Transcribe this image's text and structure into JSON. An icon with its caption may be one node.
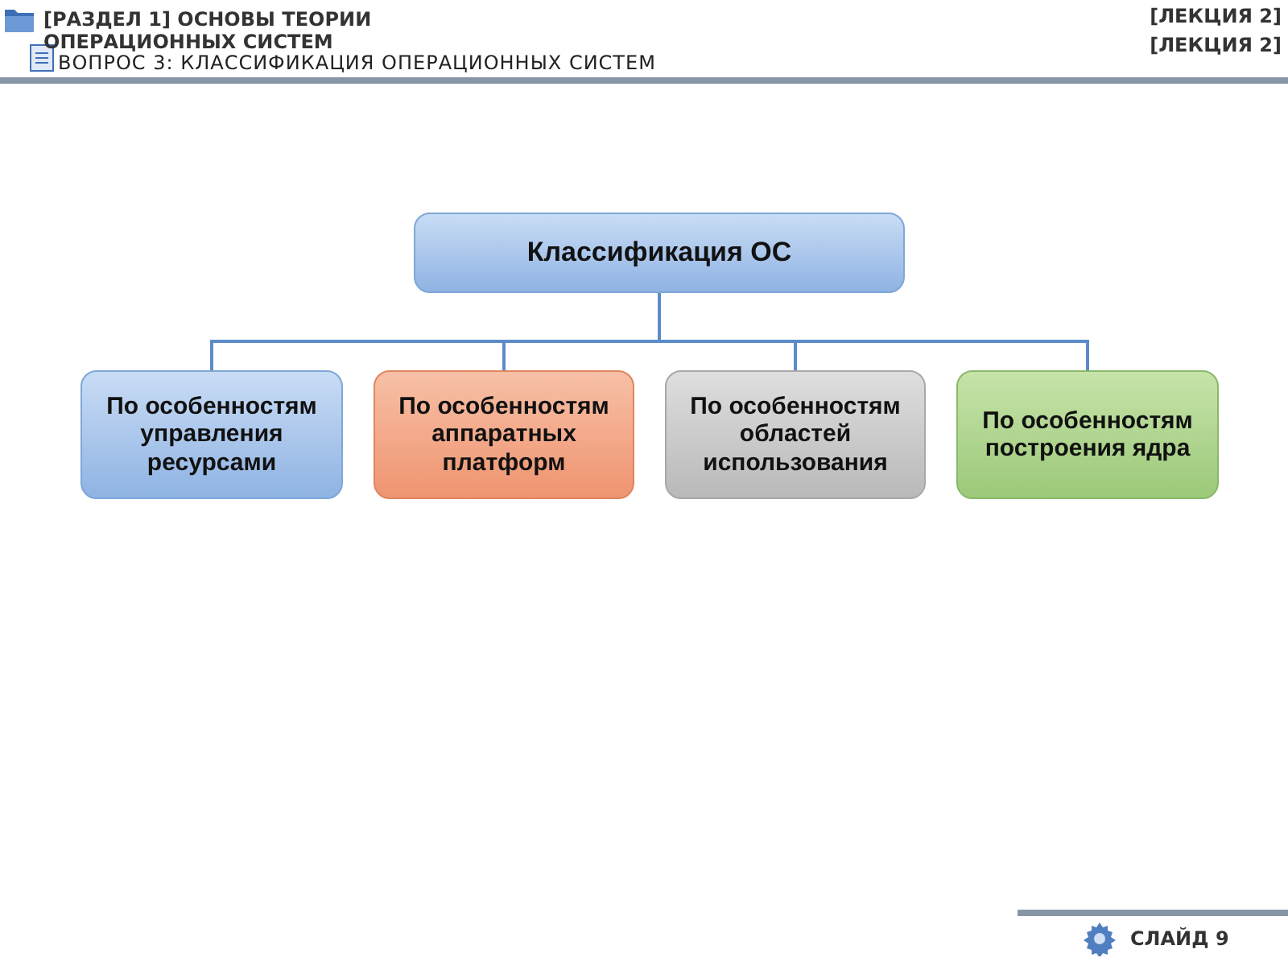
{
  "diagram": {
    "title": "ВОПРОС 3: КЛАССИФИКАЦИЯ ОПЕРАЦИОННЫХ СИСТЕМ",
    "nodes": [
      {
        "text": [
          "Классификация ОС"
        ]
      },
      {
        "text": [
          "По особенностям управления ресурсами"
        ]
      },
      {
        "text": [
          "По особенностям аппаратных платформ"
        ]
      },
      {
        "text": [
          "По особенностям областей использования"
        ]
      },
      {
        "text": [
          "По особенностям построения ядра"
        ]
      }
    ],
    "edges": [
      {
        "from": 0,
        "to": 1,
        "arrow": "none"
      },
      {
        "from": 0,
        "to": 2,
        "arrow": "none"
      },
      {
        "from": 0,
        "to": 3,
        "arrow": "none"
      },
      {
        "from": 0,
        "to": 4,
        "arrow": "none"
      }
    ],
    "labels": [
      "[РАЗДЕЛ 1] ОСНОВЫ ТЕОРИИ ОПЕРАЦИОННЫХ СИСТЕМ",
      "[ЛЕКЦИЯ 2]",
      "[ЛЕКЦИЯ 2]",
      "СЛАЙД 9"
    ]
  }
}
